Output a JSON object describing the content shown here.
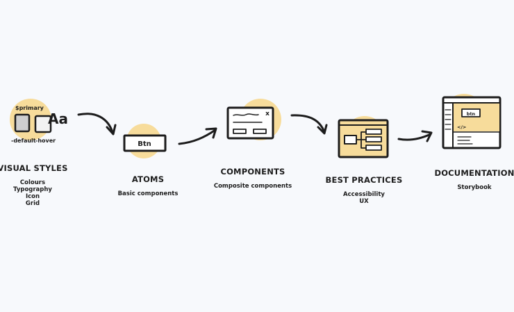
{
  "colors": {
    "accent": "#f7dc9b",
    "ink": "#1c1c1c",
    "swatch": "#cfcfcf",
    "background": "#f7f9fc"
  },
  "steps": [
    {
      "title": "VISUAL STYLES",
      "subtitles": [
        "Colours",
        "Typography",
        "Icon",
        "Grid"
      ],
      "icon": "visual-styles-icon",
      "sketch": {
        "primary": "$primary",
        "type": "Aa",
        "default": "-default",
        "hover": "-hover"
      }
    },
    {
      "title": "ATOMS",
      "subtitles": [
        "Basic components"
      ],
      "icon": "button-atom-icon",
      "sketch": {
        "button": "Btn"
      }
    },
    {
      "title": "COMPONENTS",
      "subtitles": [
        "Composite components"
      ],
      "icon": "dialog-component-icon",
      "sketch": {
        "close": "x"
      }
    },
    {
      "title": "BEST PRACTICES",
      "subtitles": [
        "Accessibility",
        "UX"
      ],
      "icon": "tree-structure-icon"
    },
    {
      "title": "DOCUMENTATION",
      "subtitles": [
        "Storybook"
      ],
      "icon": "storybook-window-icon",
      "sketch": {
        "button": "btn",
        "code": "</>"
      }
    }
  ]
}
